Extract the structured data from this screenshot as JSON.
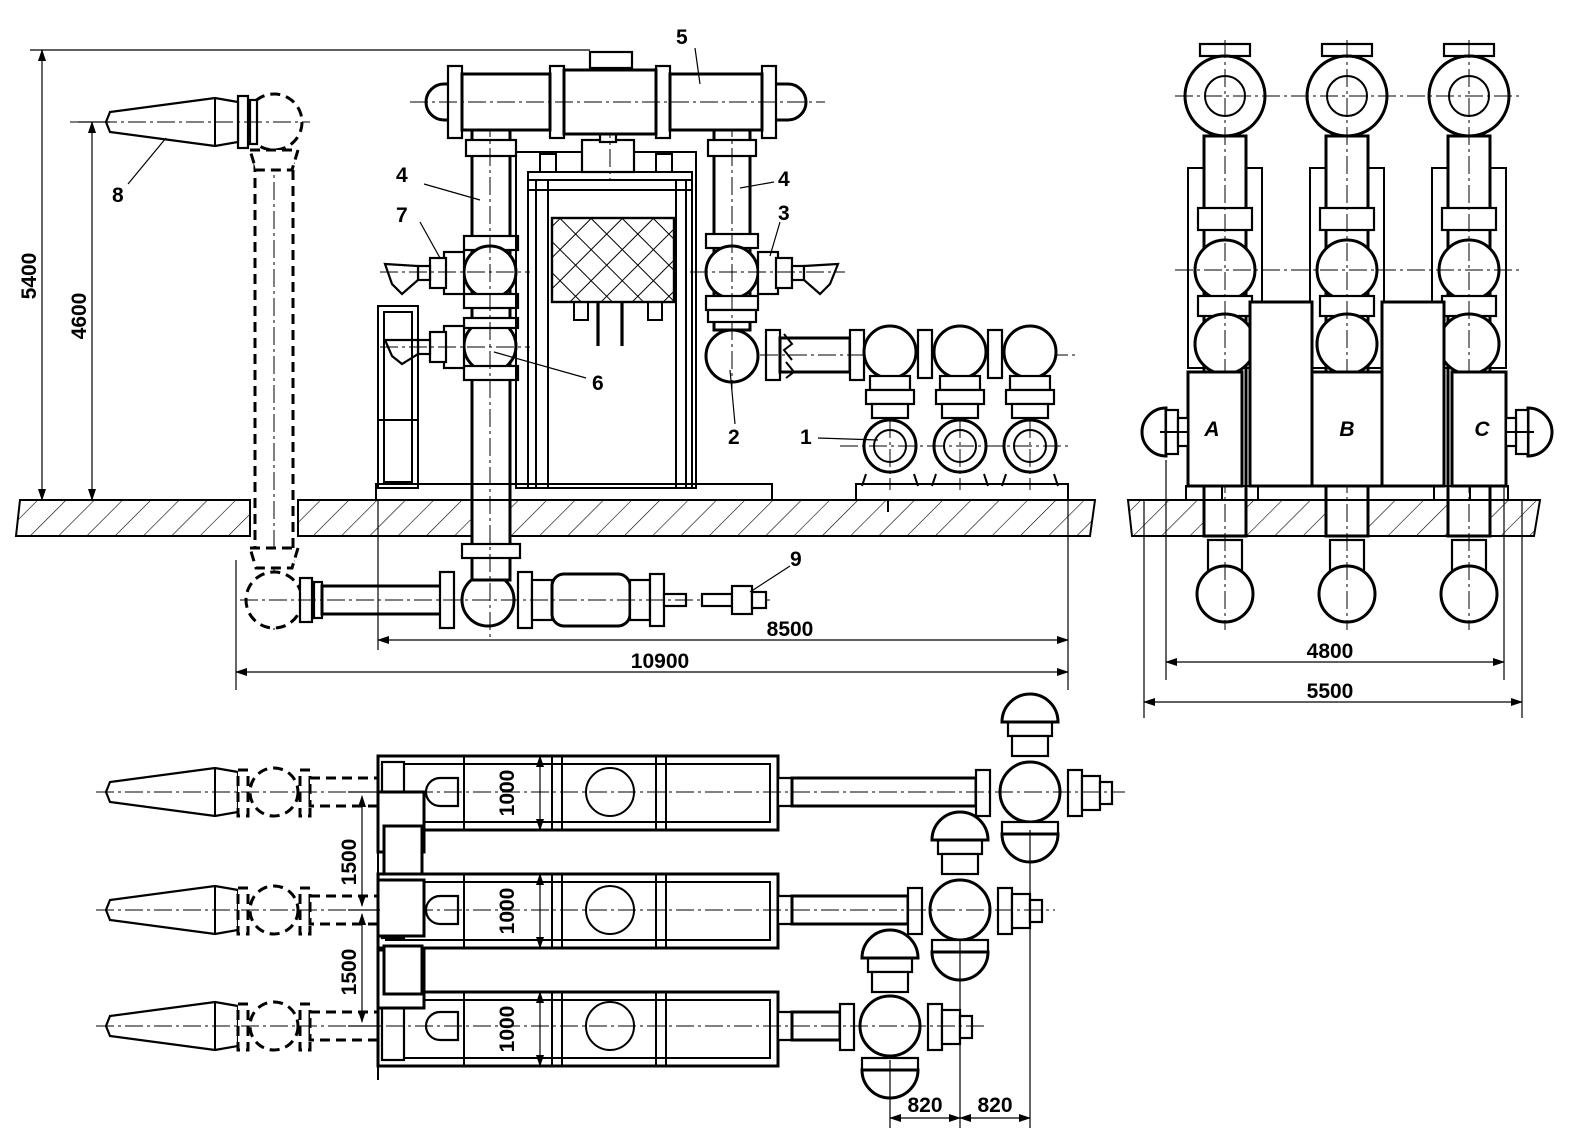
{
  "callouts": {
    "c1": "1",
    "c2": "2",
    "c3": "3",
    "c4a": "4",
    "c4b": "4",
    "c5": "5",
    "c6": "6",
    "c7": "7",
    "c8": "8",
    "c9": "9"
  },
  "dimensions": {
    "height_total": "5400",
    "height_nozzle": "4600",
    "length_base": "8500",
    "length_total": "10900",
    "side_inner": "4800",
    "side_outer": "5500",
    "plan_spacing_1": "1500",
    "plan_spacing_2": "1500",
    "module_width_1": "1000",
    "module_width_2": "1000",
    "module_width_3": "1000",
    "offset_1": "820",
    "offset_2": "820"
  },
  "units": {
    "unit_a": "A",
    "unit_b": "B",
    "unit_c": "C"
  }
}
